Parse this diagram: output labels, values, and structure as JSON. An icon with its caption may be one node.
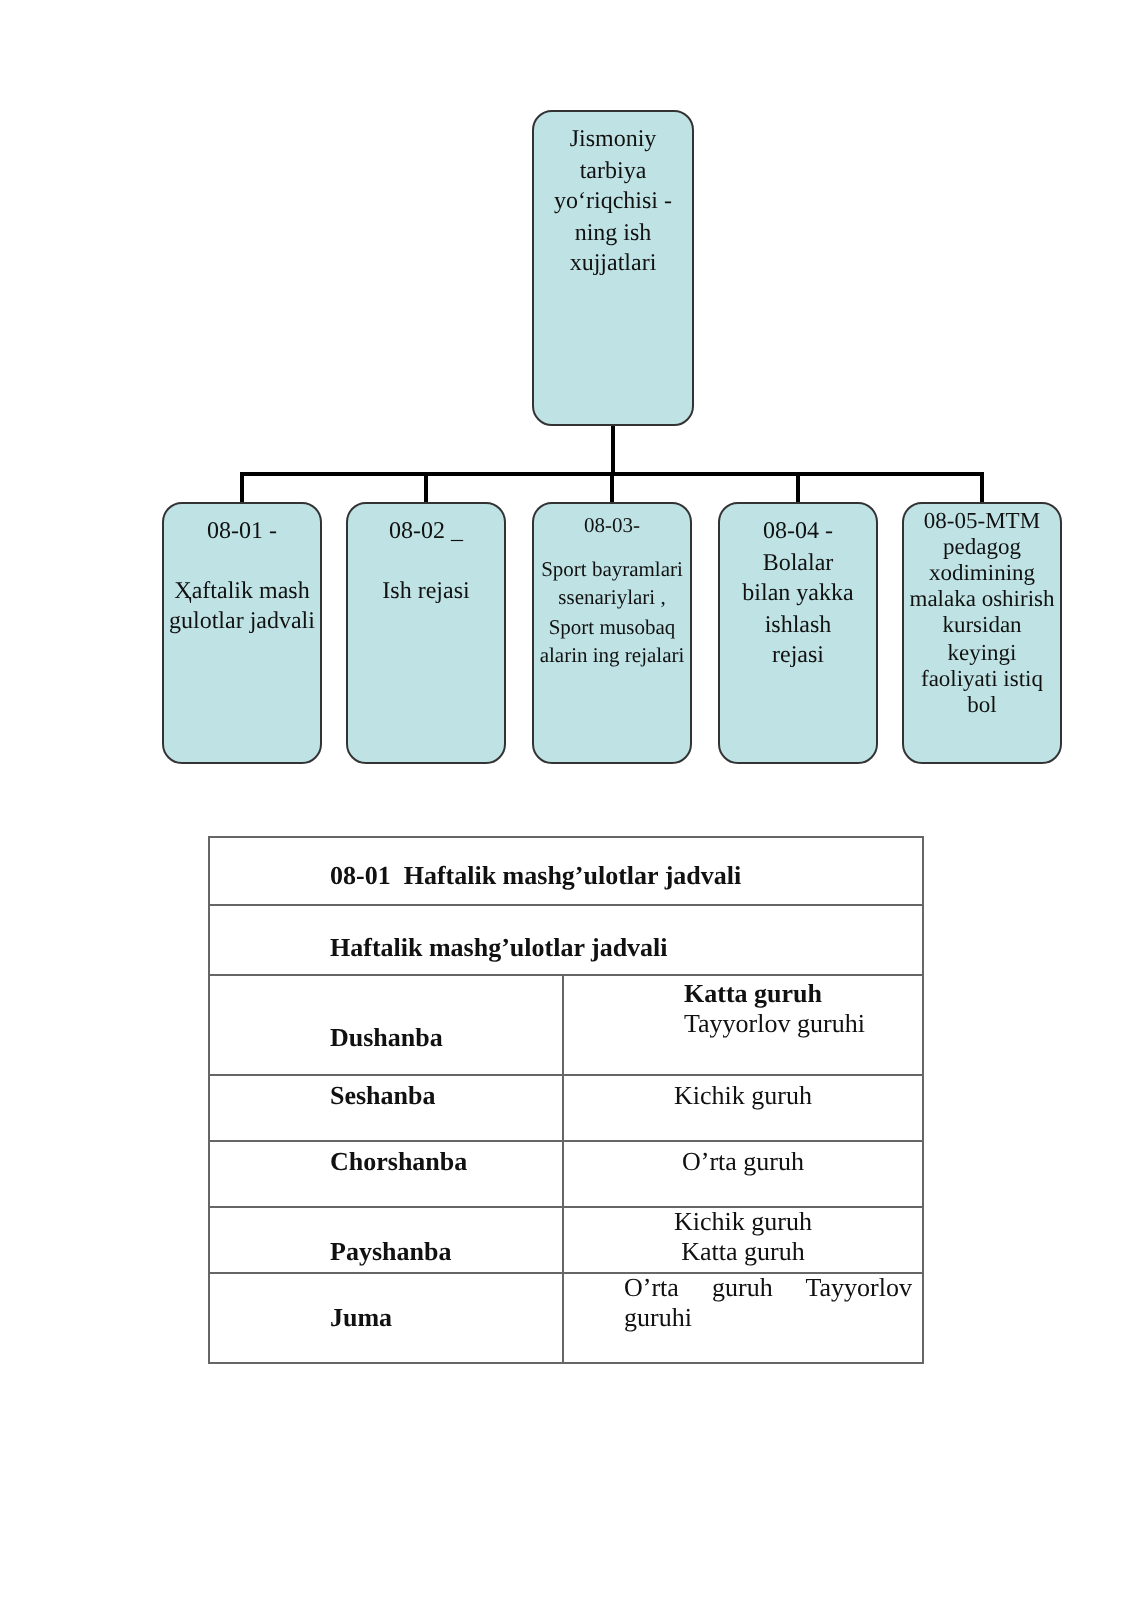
{
  "diagram": {
    "nodes": [
      {
        "text": [
          "Jismoniy tarbiya yo‘riqchisi - ning ish xujjatlari"
        ]
      },
      {
        "text": [
          "08-01 -",
          "Ҳaftalik mash gulotlar jadvali"
        ]
      },
      {
        "text": [
          "08-02 _",
          "Ish rejasi"
        ]
      },
      {
        "text": [
          "08-03-",
          "Sport bayramlari ssenariylari , Sport musobaq alarin ing rejalari"
        ]
      },
      {
        "text": [
          "08-04 -",
          "Bolalar bilan yakka ishlash rejasi"
        ]
      },
      {
        "text": [
          "08-05-MTM pedagog xodimining malaka oshirish kursidan keyingi faoliyati istiq bol"
        ]
      }
    ],
    "edges": [
      {
        "from": 0,
        "to": 1,
        "arrow": "none"
      },
      {
        "from": 0,
        "to": 2,
        "arrow": "none"
      },
      {
        "from": 0,
        "to": 3,
        "arrow": "none"
      },
      {
        "from": 0,
        "to": 4,
        "arrow": "none"
      },
      {
        "from": 0,
        "to": 5,
        "arrow": "none"
      }
    ],
    "labels": [
      "08-01  Haftalik mashg’ulotlar jadvali",
      "Haftalik mashg’ulotlar jadvali",
      "Dushanba",
      "Katta guruh",
      "Tayyorlov guruhi",
      "Seshanba",
      "Kichik guruh",
      "Chorshanba",
      "O’rta guruh",
      "Payshanba",
      "Kichik guruh",
      "Katta guruh",
      "Juma",
      "O’rta guruh Tayyorlov guruhi"
    ]
  }
}
